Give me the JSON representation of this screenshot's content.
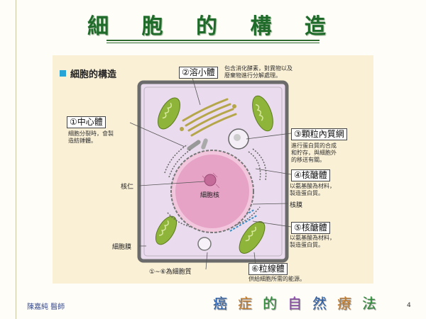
{
  "slide_title": "細 胞 的 構 造",
  "diagram_heading": "細胞的構造",
  "labels": {
    "lysosome": "②溶小體",
    "lysosome_desc_1": "包含消化酵素，對異物以及",
    "lysosome_desc_2": "廢棄物進行分解處理。",
    "centrosome": "①中心體",
    "centrosome_desc_1": "細胞分裂時，會製",
    "centrosome_desc_2": "造紡錘體。",
    "granular_er": "③顆粒內質網",
    "granular_er_desc_1": "進行蛋白質的合成",
    "granular_er_desc_2": "和貯存，與細胞外",
    "granular_er_desc_3": "的移送有關。",
    "ribosome_a": "④核醣體",
    "ribosome_a_desc_1": "以氨基酸為材料，",
    "ribosome_a_desc_2": "製造蛋白質。",
    "nucleolus": "核仁",
    "nucleus": "細胞核",
    "nuclear_membrane": "核膜",
    "ribosome_b": "⑤核醣體",
    "ribosome_b_desc_1": "以氨基酸為材料，",
    "ribosome_b_desc_2": "製造蛋白質。",
    "cell_membrane": "細胞膜",
    "cytoplasm_note": "①~⑥為細胞質",
    "mitochondria": "⑥粒線體",
    "mitochondria_desc": "供給細胞所需的能源。"
  },
  "footer": {
    "author": "陳嘉純 醫師",
    "tagline": [
      "癌",
      "症",
      "的",
      "自",
      "然",
      "療",
      "法"
    ],
    "page": "4"
  },
  "colors": {
    "title": "#1f6b2a",
    "panel": "#faf0d6",
    "cell_fill": "#eadcee",
    "nucleus": "#e6a3c6",
    "mitochondria": "#8fb43a",
    "accent": "#27a4d6"
  }
}
